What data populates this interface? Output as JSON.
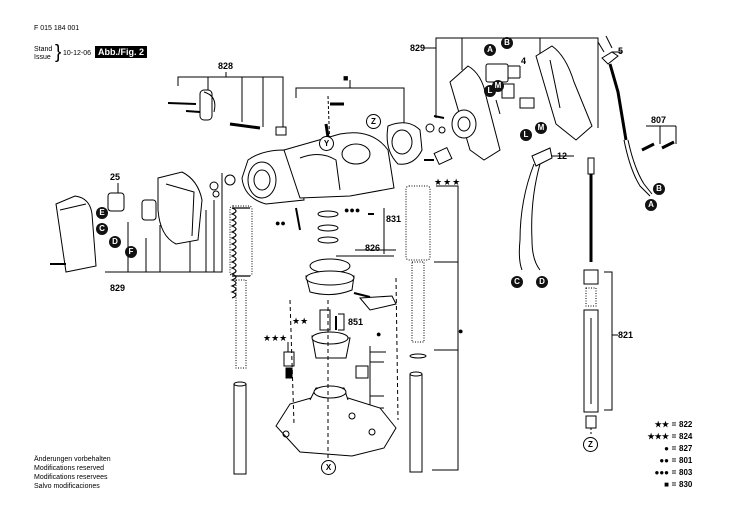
{
  "header": {
    "doc_number": "F 015 184 001",
    "stand_label": "Stand",
    "issue_label": "Issue",
    "date": "10-12-06",
    "figure_label": "Abb./Fig. 2"
  },
  "part_numbers": {
    "p828": "828",
    "p829_left": "829",
    "p829_bottom": "829",
    "p829_top": "829",
    "p25": "25",
    "p4": "4",
    "p5": "5",
    "p807": "807",
    "p12": "12",
    "p831": "831",
    "p826": "826",
    "p851": "851",
    "p821": "821"
  },
  "callouts": {
    "A": "A",
    "B": "B",
    "C": "C",
    "D": "D",
    "E": "E",
    "F": "F",
    "L": "L",
    "M": "M",
    "X": "X",
    "Y": "Y",
    "Z": "Z"
  },
  "legend": [
    {
      "symbol": "★★",
      "eq": "=",
      "part": "822"
    },
    {
      "symbol": "★★★",
      "eq": "=",
      "part": "824"
    },
    {
      "symbol": "●",
      "eq": "=",
      "part": "827"
    },
    {
      "symbol": "●●",
      "eq": "=",
      "part": "801"
    },
    {
      "symbol": "●●●",
      "eq": "=",
      "part": "803"
    },
    {
      "symbol": "■",
      "eq": "=",
      "part": "830"
    }
  ],
  "notes": [
    "Änderungen vorbehalten",
    "Modifications reserved",
    "Modifications reservees",
    "Salvo modificaciones"
  ],
  "inline_marks": {
    "stars3_top": "★★★",
    "dots2_left": "●●",
    "dots3_mid": "●●●",
    "stars2_mid": "★★",
    "stars3_left": "★★★",
    "square_top": "■",
    "square_left": "■",
    "dot_right": "●",
    "dot_small": "●"
  }
}
